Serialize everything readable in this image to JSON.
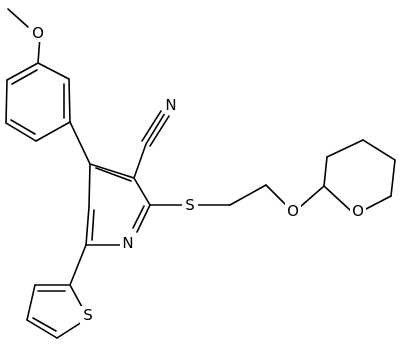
{
  "atoms": {
    "o_methoxy": "O",
    "n_nitrile": "N",
    "s_thioether": "S",
    "o_ether": "O",
    "o_ring": "O",
    "n_pyridine": "N",
    "s_thiophene": "S"
  },
  "colors": {
    "bond": "#000000",
    "label": "#000000",
    "background": "#ffffff"
  }
}
